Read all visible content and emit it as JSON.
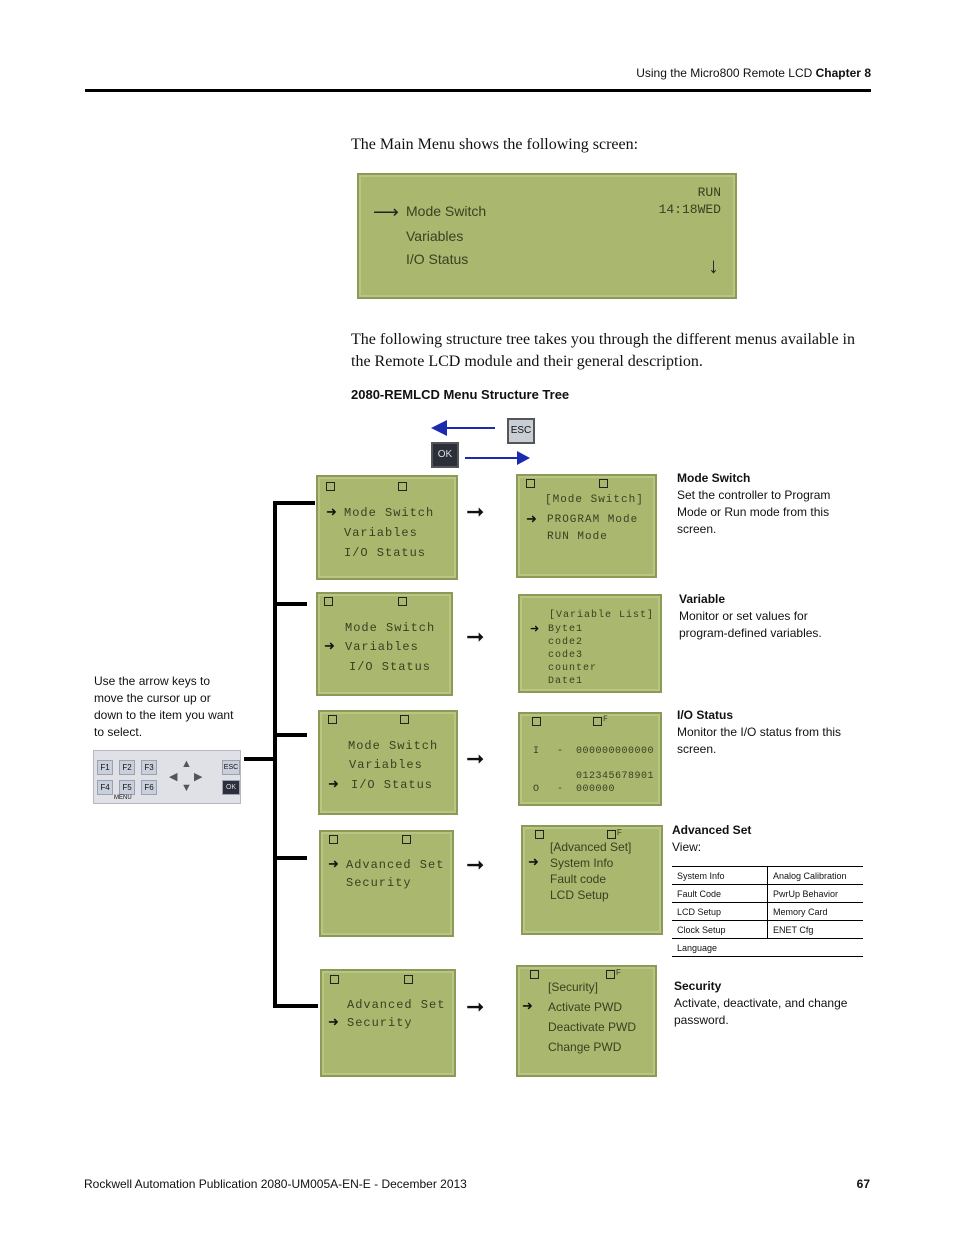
{
  "header": {
    "section": "Using the Micro800 Remote LCD",
    "chapter": "Chapter 8"
  },
  "intro": "The Main Menu shows the following screen:",
  "main_lcd": {
    "items": [
      "Mode Switch",
      "Variables",
      "I/O Status"
    ],
    "status": "RUN",
    "time": "14:18WED"
  },
  "para": "The following structure tree takes you through the different menus available in the Remote LCD module and their general description.",
  "tree_title": "2080-REMLCD Menu Structure Tree",
  "keys": {
    "esc": "ESC",
    "ok": "OK"
  },
  "side_note": "Use the arrow keys to move the cursor up or down to the item you want to select.",
  "keypad": {
    "f": [
      "F1",
      "F2",
      "F3",
      "F4",
      "F5",
      "F6"
    ],
    "esc": "ESC",
    "ok": "OK",
    "menu": "MENU"
  },
  "rows": [
    {
      "left": [
        "Mode Switch",
        "Variables",
        "I/O Status"
      ],
      "right": [
        "[Mode Switch]",
        "PROGRAM Mode",
        "RUN Mode"
      ],
      "title": "Mode Switch",
      "desc": "Set the controller to Program Mode or Run mode from this screen."
    },
    {
      "left": [
        "Mode Switch",
        "Variables",
        "I/O Status"
      ],
      "right": [
        "[Variable List]",
        "Byte1",
        "code2",
        "code3",
        "counter",
        "Date1"
      ],
      "title": "Variable",
      "desc": "Monitor or set values for program-defined variables."
    },
    {
      "left": [
        "Mode Switch",
        "Variables",
        "I/O Status"
      ],
      "io": {
        "f": "F",
        "i_label": "I",
        "i_val": "000000000000",
        "digits": "012345678901",
        "o_label": "O",
        "o_val": "000000"
      },
      "title": "I/O Status",
      "desc": "Monitor the I/O status from this screen."
    },
    {
      "left": [
        "Advanced Set",
        "Security"
      ],
      "right": [
        "[Advanced Set]",
        "System Info",
        "Fault code",
        "LCD Setup"
      ],
      "f": "F",
      "title": "Advanced Set",
      "desc": "View:"
    },
    {
      "left": [
        "Advanced Set",
        "Security"
      ],
      "right": [
        "[Security]",
        "Activate PWD",
        "Deactivate PWD",
        "Change PWD"
      ],
      "f": "F",
      "title": "Security",
      "desc": "Activate, deactivate, and change password."
    }
  ],
  "adv_table": [
    [
      "System Info",
      "Analog Calibration"
    ],
    [
      "Fault Code",
      "PwrUp Behavior"
    ],
    [
      "LCD Setup",
      "Memory Card"
    ],
    [
      "Clock Setup",
      "ENET Cfg"
    ],
    [
      "Language",
      ""
    ]
  ],
  "footer": {
    "publication": "Rockwell Automation Publication 2080-UM005A-EN-E - December 2013",
    "page": "67"
  }
}
